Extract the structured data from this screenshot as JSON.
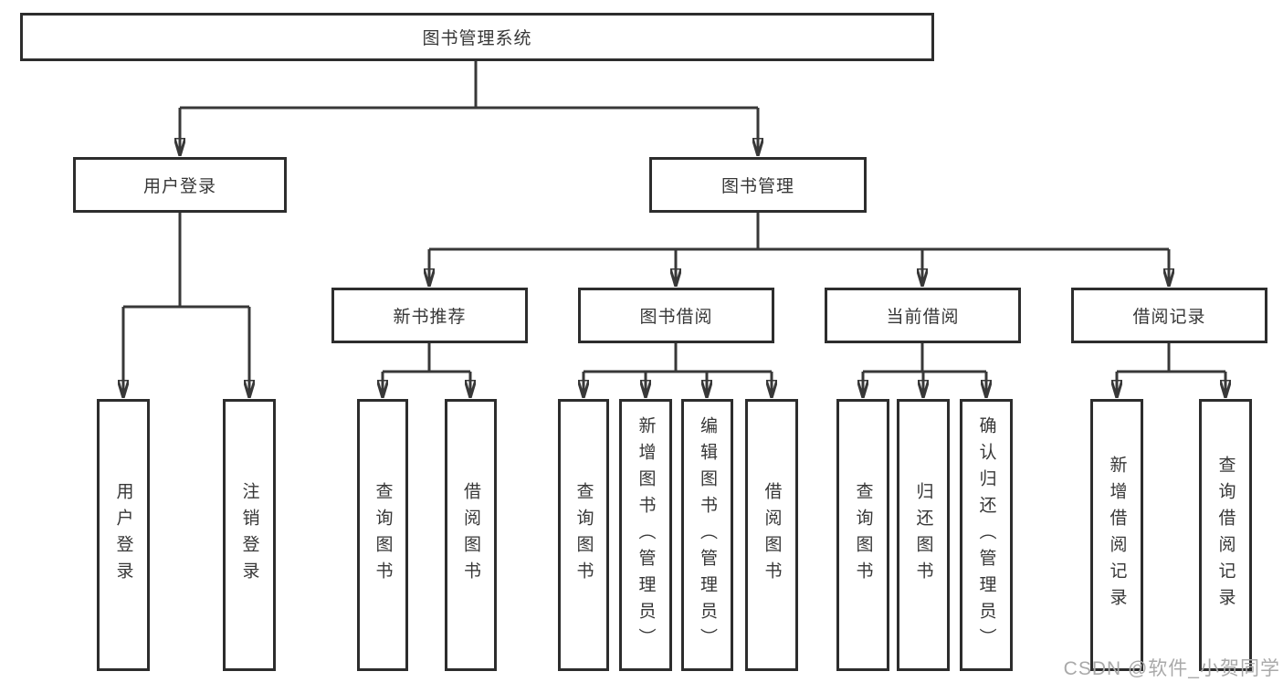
{
  "nodes": {
    "root": "图书管理系统",
    "user_login_module": "用户登录",
    "book_mgmt_module": "图书管理",
    "new_books": "新书推荐",
    "book_borrow": "图书借阅",
    "current_borrow": "当前借阅",
    "borrow_records": "借阅记录",
    "leaf_user_login": "用户登录",
    "leaf_logout": "注销登录",
    "leaf_nb_query": "查询图书",
    "leaf_nb_borrow": "借阅图书",
    "leaf_bb_query": "查询图书",
    "leaf_bb_add": "新增图书（管理员）",
    "leaf_bb_edit": "编辑图书（管理员）",
    "leaf_bb_borrow": "借阅图书",
    "leaf_cb_query": "查询图书",
    "leaf_cb_return": "归还图书",
    "leaf_cb_confirm": "确认归还（管理员）",
    "leaf_br_add": "新增借阅记录",
    "leaf_br_query": "查询借阅记录"
  },
  "hierarchy": {
    "root": [
      "user_login_module",
      "book_mgmt_module"
    ],
    "user_login_module": [
      "leaf_user_login",
      "leaf_logout"
    ],
    "book_mgmt_module": [
      "new_books",
      "book_borrow",
      "current_borrow",
      "borrow_records"
    ],
    "new_books": [
      "leaf_nb_query",
      "leaf_nb_borrow"
    ],
    "book_borrow": [
      "leaf_bb_query",
      "leaf_bb_add",
      "leaf_bb_edit",
      "leaf_bb_borrow"
    ],
    "current_borrow": [
      "leaf_cb_query",
      "leaf_cb_return",
      "leaf_cb_confirm"
    ],
    "borrow_records": [
      "leaf_br_add",
      "leaf_br_query"
    ]
  },
  "watermark": "CSDN @软件_小贺同学",
  "colors": {
    "background": "#ffffff",
    "box_border": "#2d2d2d",
    "line": "#383838",
    "text": "#373737",
    "watermark": "#a9a9a9"
  }
}
